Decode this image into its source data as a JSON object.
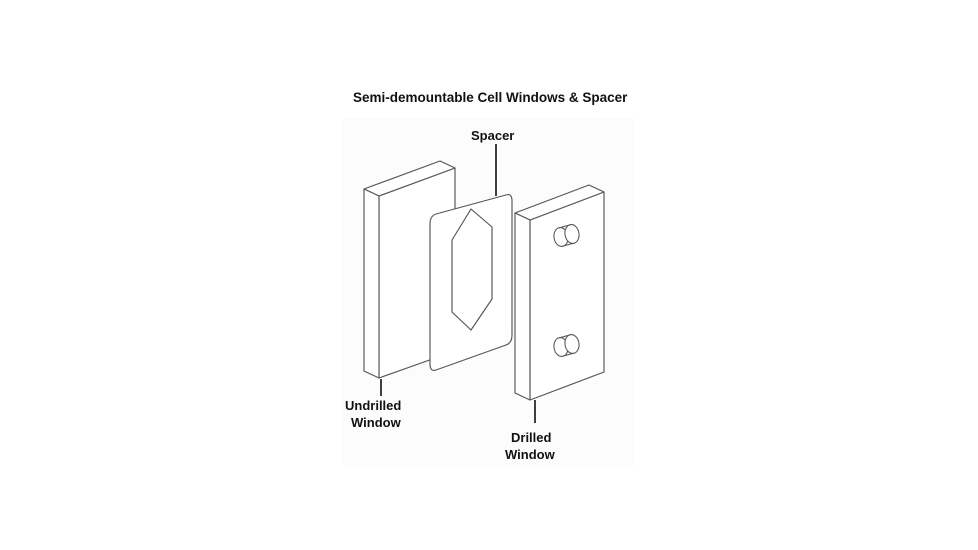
{
  "figure": {
    "title": "Semi-demountable Cell Windows & Spacer",
    "kind": "exploded-isometric-assembly-diagram",
    "background_color": "#ffffff",
    "panel_color": "#fcfcfc",
    "line_color": "#555555",
    "text_color": "#111111",
    "labels": {
      "spacer": "Spacer",
      "undrilled_line1": "Undrilled",
      "undrilled_line2": "Window",
      "drilled_line1": "Drilled",
      "drilled_line2": "Window"
    },
    "parts": [
      {
        "id": "undrilled-window",
        "name": "Undrilled Window",
        "order": 1,
        "form": "rectangular slab",
        "holes": 0,
        "cutouts": 0,
        "corners": "square"
      },
      {
        "id": "spacer",
        "name": "Spacer",
        "order": 2,
        "form": "thin flat plate",
        "holes": 0,
        "cutouts": 1,
        "cutout_shape": "elongated hexagon",
        "corners": "rounded"
      },
      {
        "id": "drilled-window",
        "name": "Drilled Window",
        "order": 3,
        "form": "rectangular slab",
        "holes": 2,
        "cutouts": 0,
        "corners": "square",
        "hole_positions": [
          "upper",
          "lower"
        ]
      }
    ]
  }
}
